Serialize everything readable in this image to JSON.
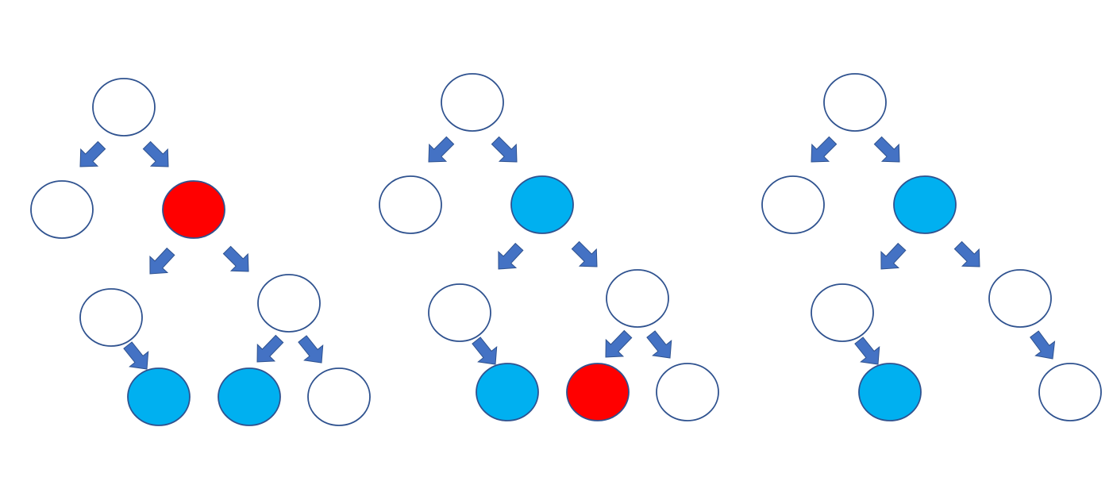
{
  "colors": {
    "background": "#FFFFFF",
    "node_stroke": "#2F528F",
    "arrow_fill": "#4472C4",
    "node_empty": "#FFFFFF",
    "node_red": "#FF0000",
    "node_blue": "#00B0F0"
  },
  "panels": [
    {
      "name": "tree-panel-1",
      "nodes": [
        {
          "id": "root",
          "state": "empty"
        },
        {
          "id": "l1-left",
          "state": "empty"
        },
        {
          "id": "l1-right",
          "state": "red"
        },
        {
          "id": "l2-left",
          "state": "empty"
        },
        {
          "id": "l2-right",
          "state": "empty"
        },
        {
          "id": "l3-a",
          "state": "blue"
        },
        {
          "id": "l3-b",
          "state": "blue"
        },
        {
          "id": "l3-c",
          "state": "empty"
        }
      ],
      "edges": [
        {
          "from": "root",
          "to": "l1-left"
        },
        {
          "from": "root",
          "to": "l1-right"
        },
        {
          "from": "l1-right",
          "to": "l2-left"
        },
        {
          "from": "l1-right",
          "to": "l2-right"
        },
        {
          "from": "l2-left",
          "to": "l3-a"
        },
        {
          "from": "l2-right",
          "to": "l3-b"
        },
        {
          "from": "l2-right",
          "to": "l3-c"
        }
      ]
    },
    {
      "name": "tree-panel-2",
      "nodes": [
        {
          "id": "root",
          "state": "empty"
        },
        {
          "id": "l1-left",
          "state": "empty"
        },
        {
          "id": "l1-right",
          "state": "blue"
        },
        {
          "id": "l2-left",
          "state": "empty"
        },
        {
          "id": "l2-right",
          "state": "empty"
        },
        {
          "id": "l3-a",
          "state": "blue"
        },
        {
          "id": "l3-b",
          "state": "red"
        },
        {
          "id": "l3-c",
          "state": "empty"
        }
      ],
      "edges": [
        {
          "from": "root",
          "to": "l1-left"
        },
        {
          "from": "root",
          "to": "l1-right"
        },
        {
          "from": "l1-right",
          "to": "l2-left"
        },
        {
          "from": "l1-right",
          "to": "l2-right"
        },
        {
          "from": "l2-left",
          "to": "l3-a"
        },
        {
          "from": "l2-right",
          "to": "l3-b"
        },
        {
          "from": "l2-right",
          "to": "l3-c"
        }
      ]
    },
    {
      "name": "tree-panel-3",
      "nodes": [
        {
          "id": "root",
          "state": "empty"
        },
        {
          "id": "l1-left",
          "state": "empty"
        },
        {
          "id": "l1-right",
          "state": "blue"
        },
        {
          "id": "l2-left",
          "state": "empty"
        },
        {
          "id": "l2-right",
          "state": "empty"
        },
        {
          "id": "l3-a",
          "state": "blue"
        },
        {
          "id": "l3-c",
          "state": "empty"
        }
      ],
      "edges": [
        {
          "from": "root",
          "to": "l1-left"
        },
        {
          "from": "root",
          "to": "l1-right"
        },
        {
          "from": "l1-right",
          "to": "l2-left"
        },
        {
          "from": "l1-right",
          "to": "l2-right"
        },
        {
          "from": "l2-left",
          "to": "l3-a"
        },
        {
          "from": "l2-right",
          "to": "l3-c"
        }
      ]
    }
  ]
}
